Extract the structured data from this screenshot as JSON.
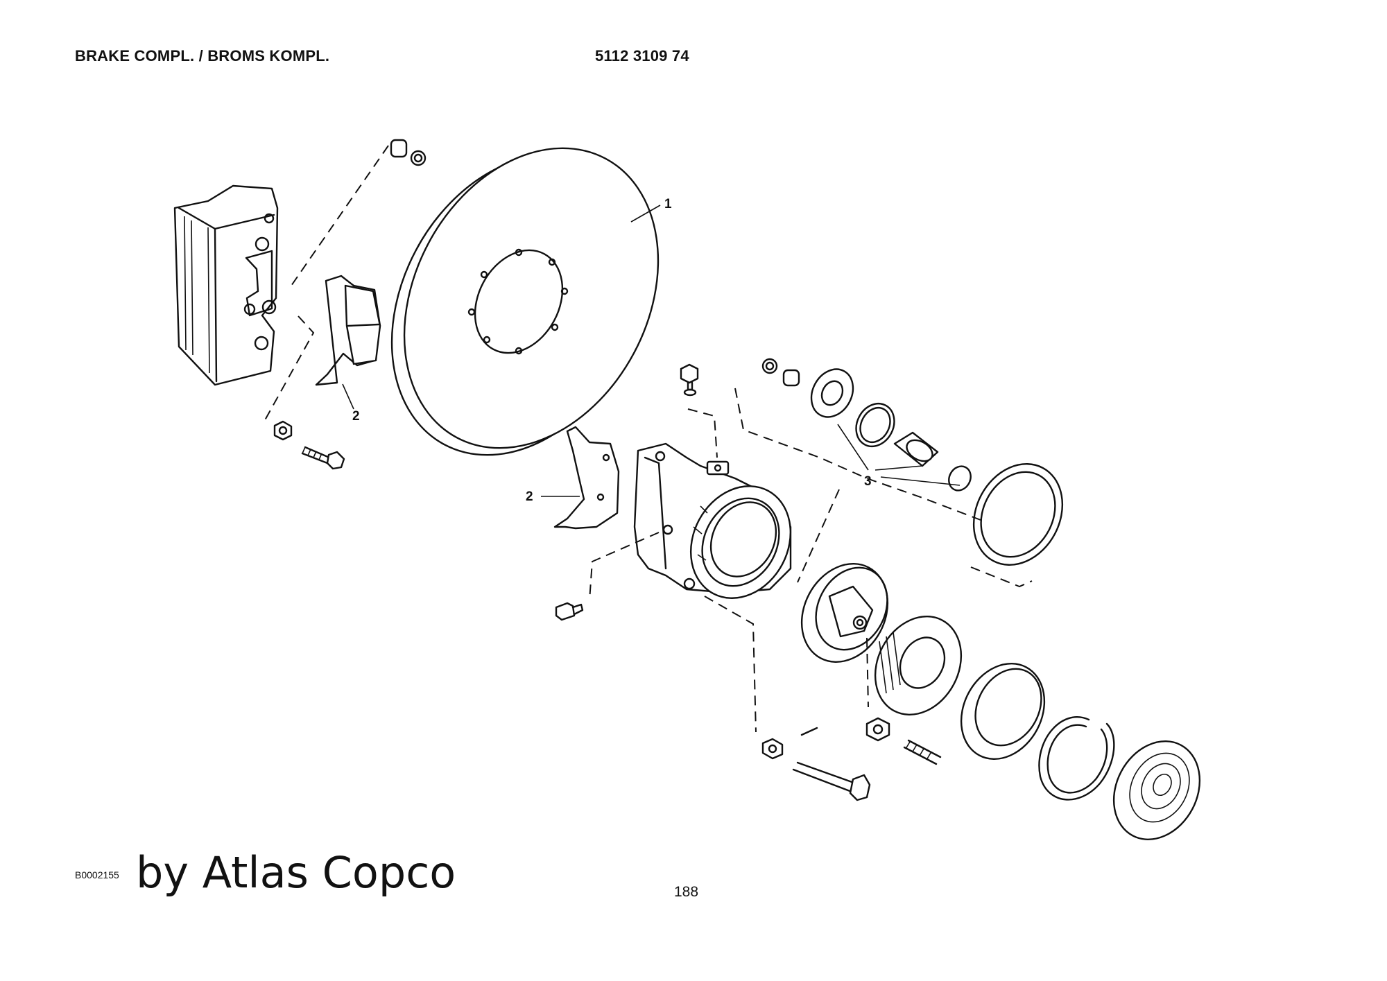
{
  "header": {
    "title": "BRAKE COMPL. / BROMS KOMPL.",
    "part_number": "5112 3109 74"
  },
  "callouts": [
    "1",
    "2",
    "2",
    "3"
  ],
  "footer": {
    "image_code": "B0002155",
    "brand": "by Atlas Copco",
    "page_number": "188"
  }
}
